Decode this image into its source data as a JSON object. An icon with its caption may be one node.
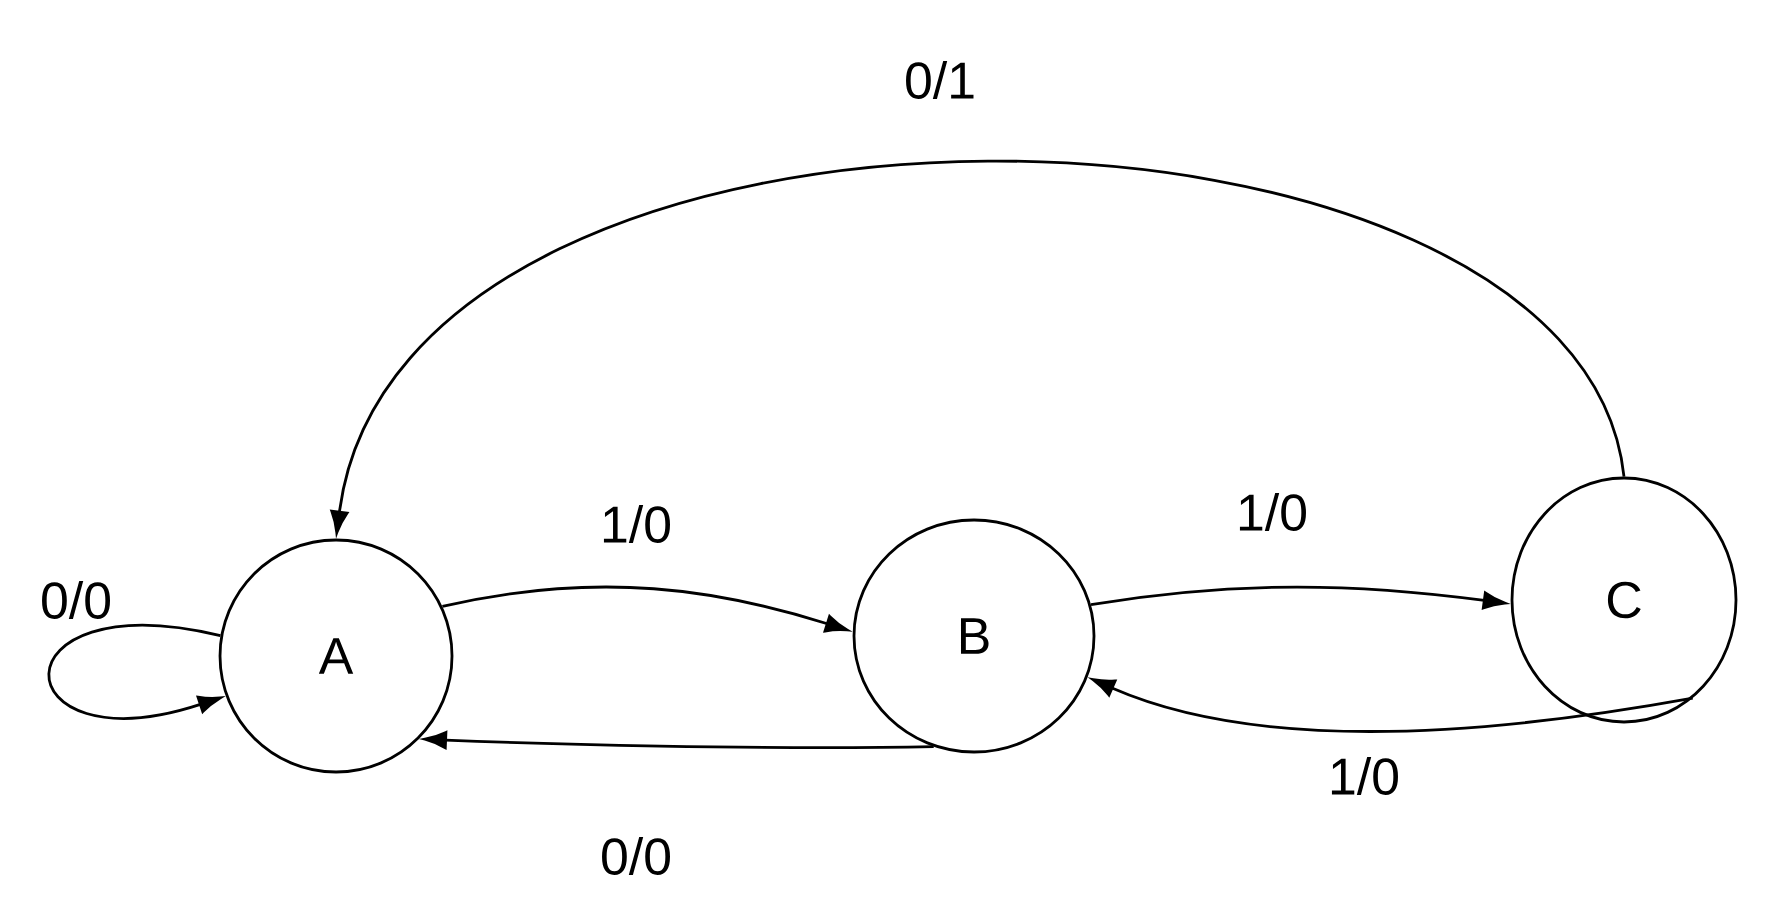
{
  "diagram": {
    "nodes": [
      {
        "text": [
          "A"
        ]
      },
      {
        "text": [
          "B"
        ]
      },
      {
        "text": [
          "C"
        ]
      }
    ],
    "edges": [
      {
        "from": 0,
        "to": 0,
        "arrow": "to",
        "label": "0/0"
      },
      {
        "from": 0,
        "to": 1,
        "arrow": "to",
        "label": "1/0"
      },
      {
        "from": 1,
        "to": 2,
        "arrow": "to",
        "label": "1/0"
      },
      {
        "from": 2,
        "to": 1,
        "arrow": "to",
        "label": "1/0"
      },
      {
        "from": 1,
        "to": 0,
        "arrow": "to",
        "label": "0/0"
      },
      {
        "from": 2,
        "to": 0,
        "arrow": "to",
        "label": "0/1"
      }
    ]
  }
}
